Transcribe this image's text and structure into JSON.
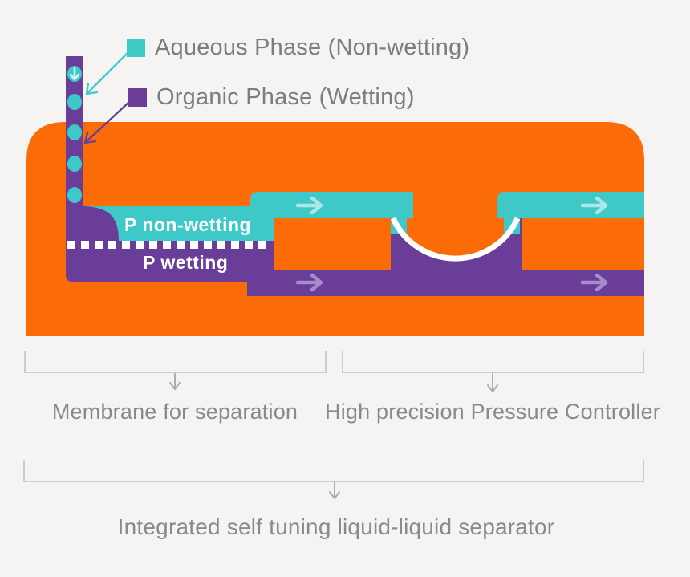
{
  "legend": {
    "items": [
      {
        "label": "Aqueous Phase (Non-wetting)",
        "swatch_color": "#3FC8C8"
      },
      {
        "label": "Organic Phase (Wetting)",
        "swatch_color": "#6A3D98"
      }
    ]
  },
  "diagram": {
    "p_non_wetting_label": "P non-wetting",
    "p_wetting_label": "P wetting",
    "flow_direction": "right",
    "droplet_count": 5
  },
  "annotations": {
    "membrane": "Membrane for separation",
    "pressure_controller": "High precision Pressure Controller",
    "separator": "Integrated self tuning liquid-liquid separator"
  },
  "colors": {
    "chip_body_orange": "#FB6C08",
    "aqueous_teal": "#3FC8C8",
    "organic_purple": "#6A3D98",
    "teal_flow_arrow": "#A9E7E9",
    "purple_flow_arrow": "#A68CC9",
    "membrane_white": "#FFFFFF",
    "caption_gray": "#8A8A8A",
    "bracket_gray": "#CDCDCD",
    "background": "#F5F4F2"
  }
}
